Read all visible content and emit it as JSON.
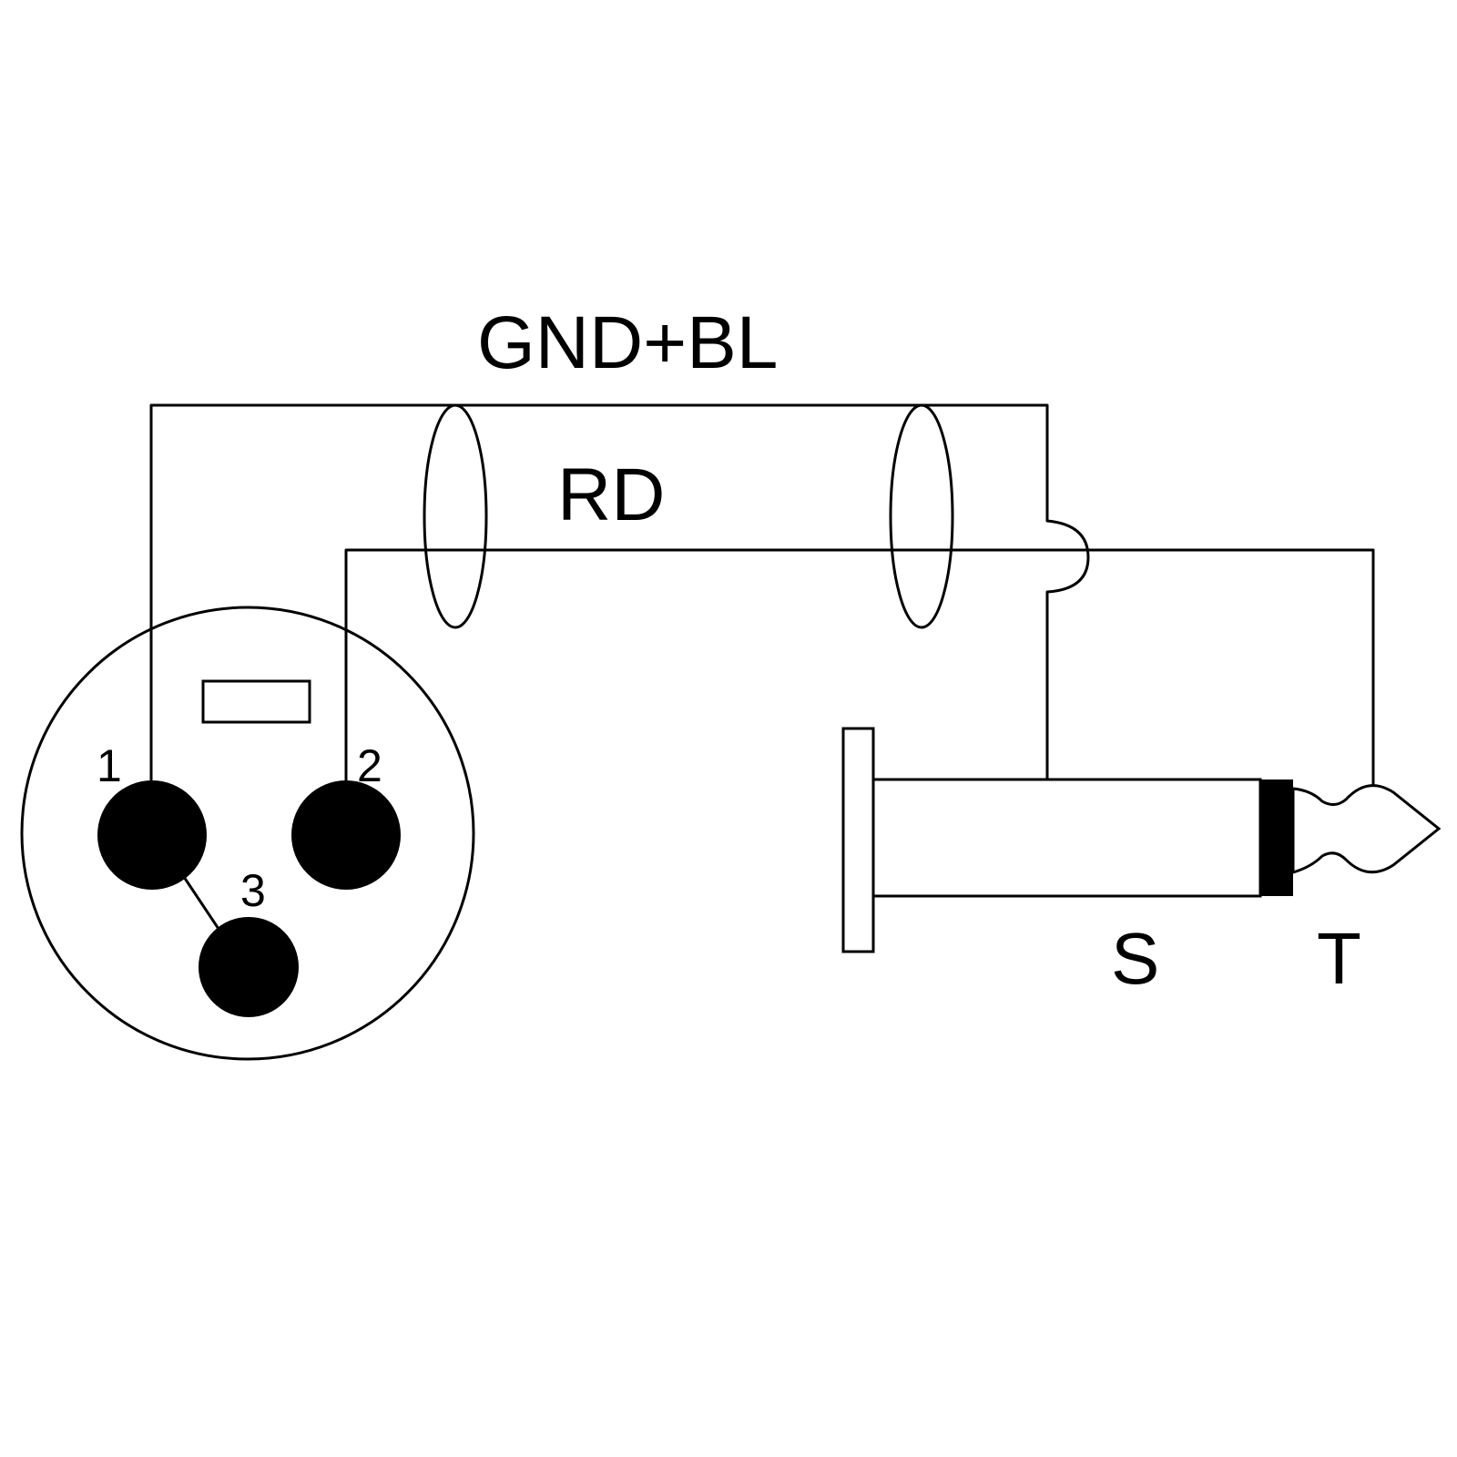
{
  "wires": {
    "ground_label": "GND+BL",
    "signal_label": "RD"
  },
  "xlr": {
    "pins": [
      {
        "label": "1"
      },
      {
        "label": "2"
      },
      {
        "label": "3"
      }
    ]
  },
  "jack": {
    "sleeve_label": "S",
    "tip_label": "T"
  },
  "colors": {
    "line": "#000000",
    "background": "#ffffff"
  }
}
